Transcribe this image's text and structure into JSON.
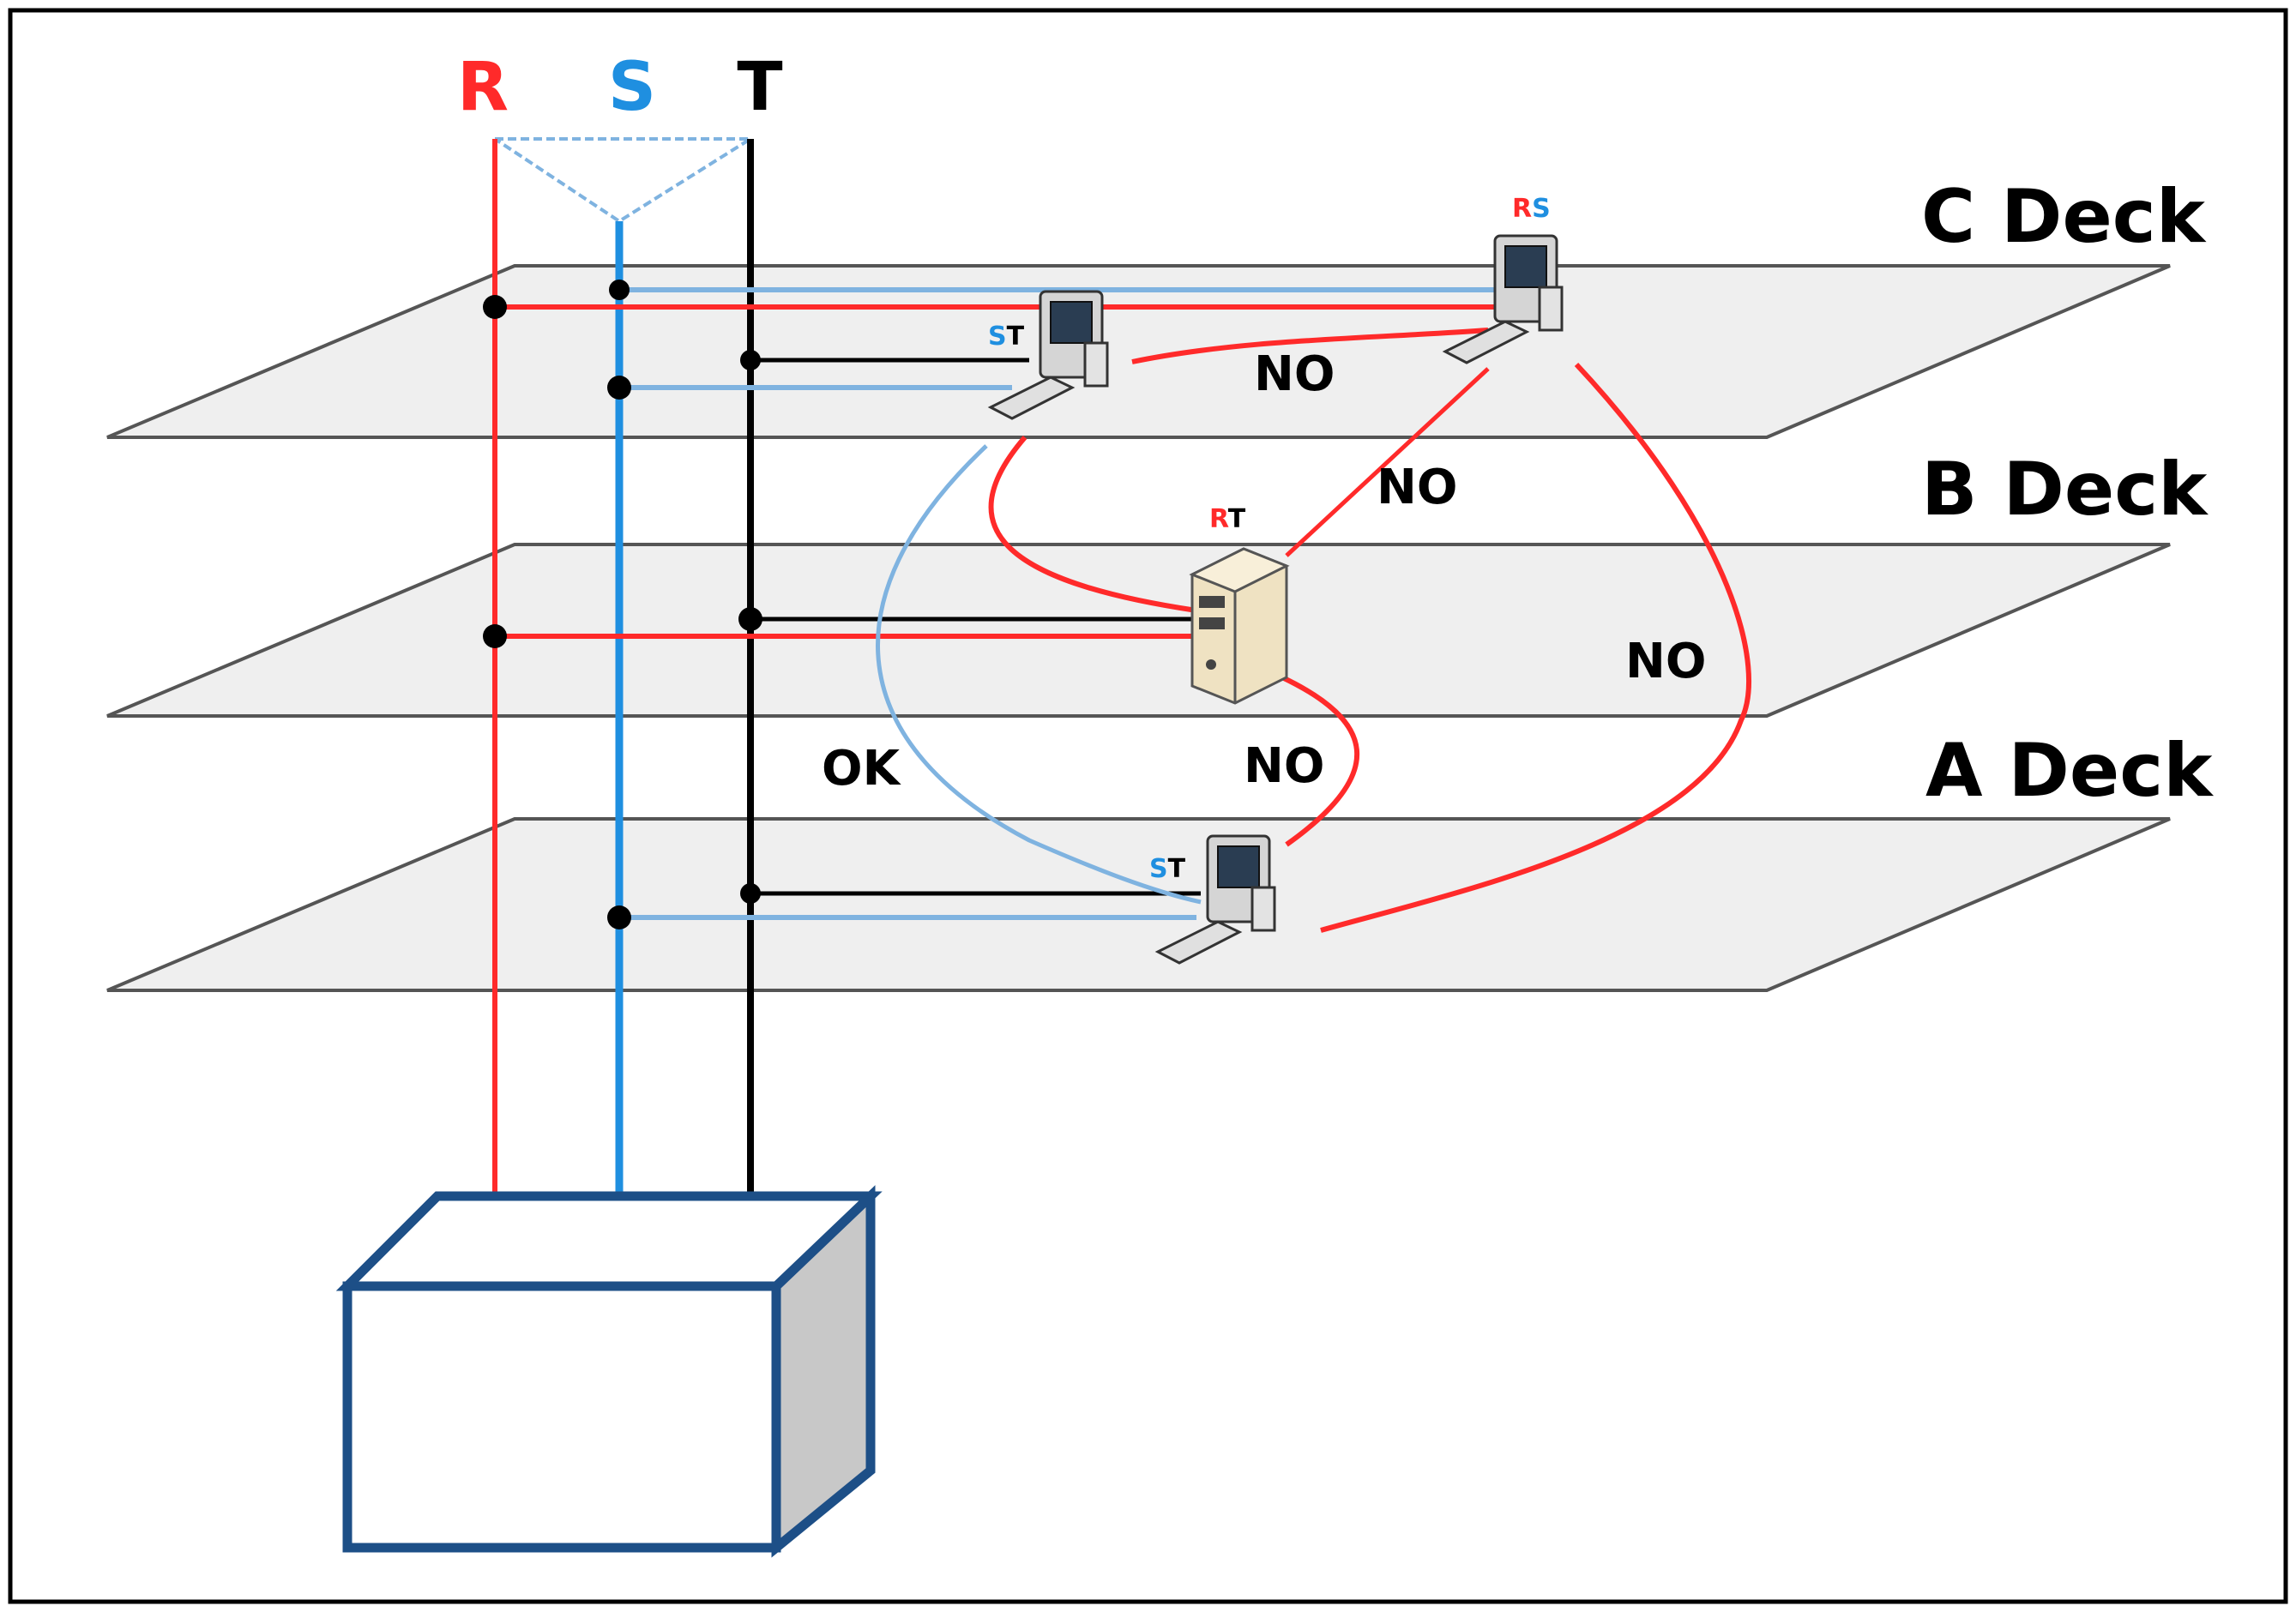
{
  "phases": {
    "R": {
      "label": "R",
      "color": "#ff2a2a"
    },
    "S": {
      "label": "S",
      "color": "#1f8fe0"
    },
    "T": {
      "label": "T",
      "color": "#000000"
    }
  },
  "decks": [
    {
      "label": "C Deck"
    },
    {
      "label": "B Deck"
    },
    {
      "label": "A Deck"
    }
  ],
  "devices": {
    "c_st": {
      "icon": "desktop-computer-icon",
      "phase1": "S",
      "phase2": "T"
    },
    "c_rs": {
      "icon": "desktop-computer-icon",
      "phase1": "R",
      "phase2": "S"
    },
    "b_rt": {
      "icon": "server-tower-icon",
      "phase1": "R",
      "phase2": "T"
    },
    "a_st": {
      "icon": "desktop-computer-icon",
      "phase1": "S",
      "phase2": "T"
    }
  },
  "connections": {
    "c_st_to_c_rs": "NO",
    "c_rs_to_b_rt": "NO",
    "c_rs_to_a_st": "NO",
    "b_rt_to_a_st": "NO",
    "c_st_to_a_st": "OK"
  },
  "colors": {
    "red": "#ff2a2a",
    "blue": "#1f8fe0",
    "light_blue": "#7fb3e0",
    "black": "#000000",
    "deck_fill": "#efefef",
    "transformer": "#1d4f87",
    "transformer_side": "#c8c8c8"
  }
}
